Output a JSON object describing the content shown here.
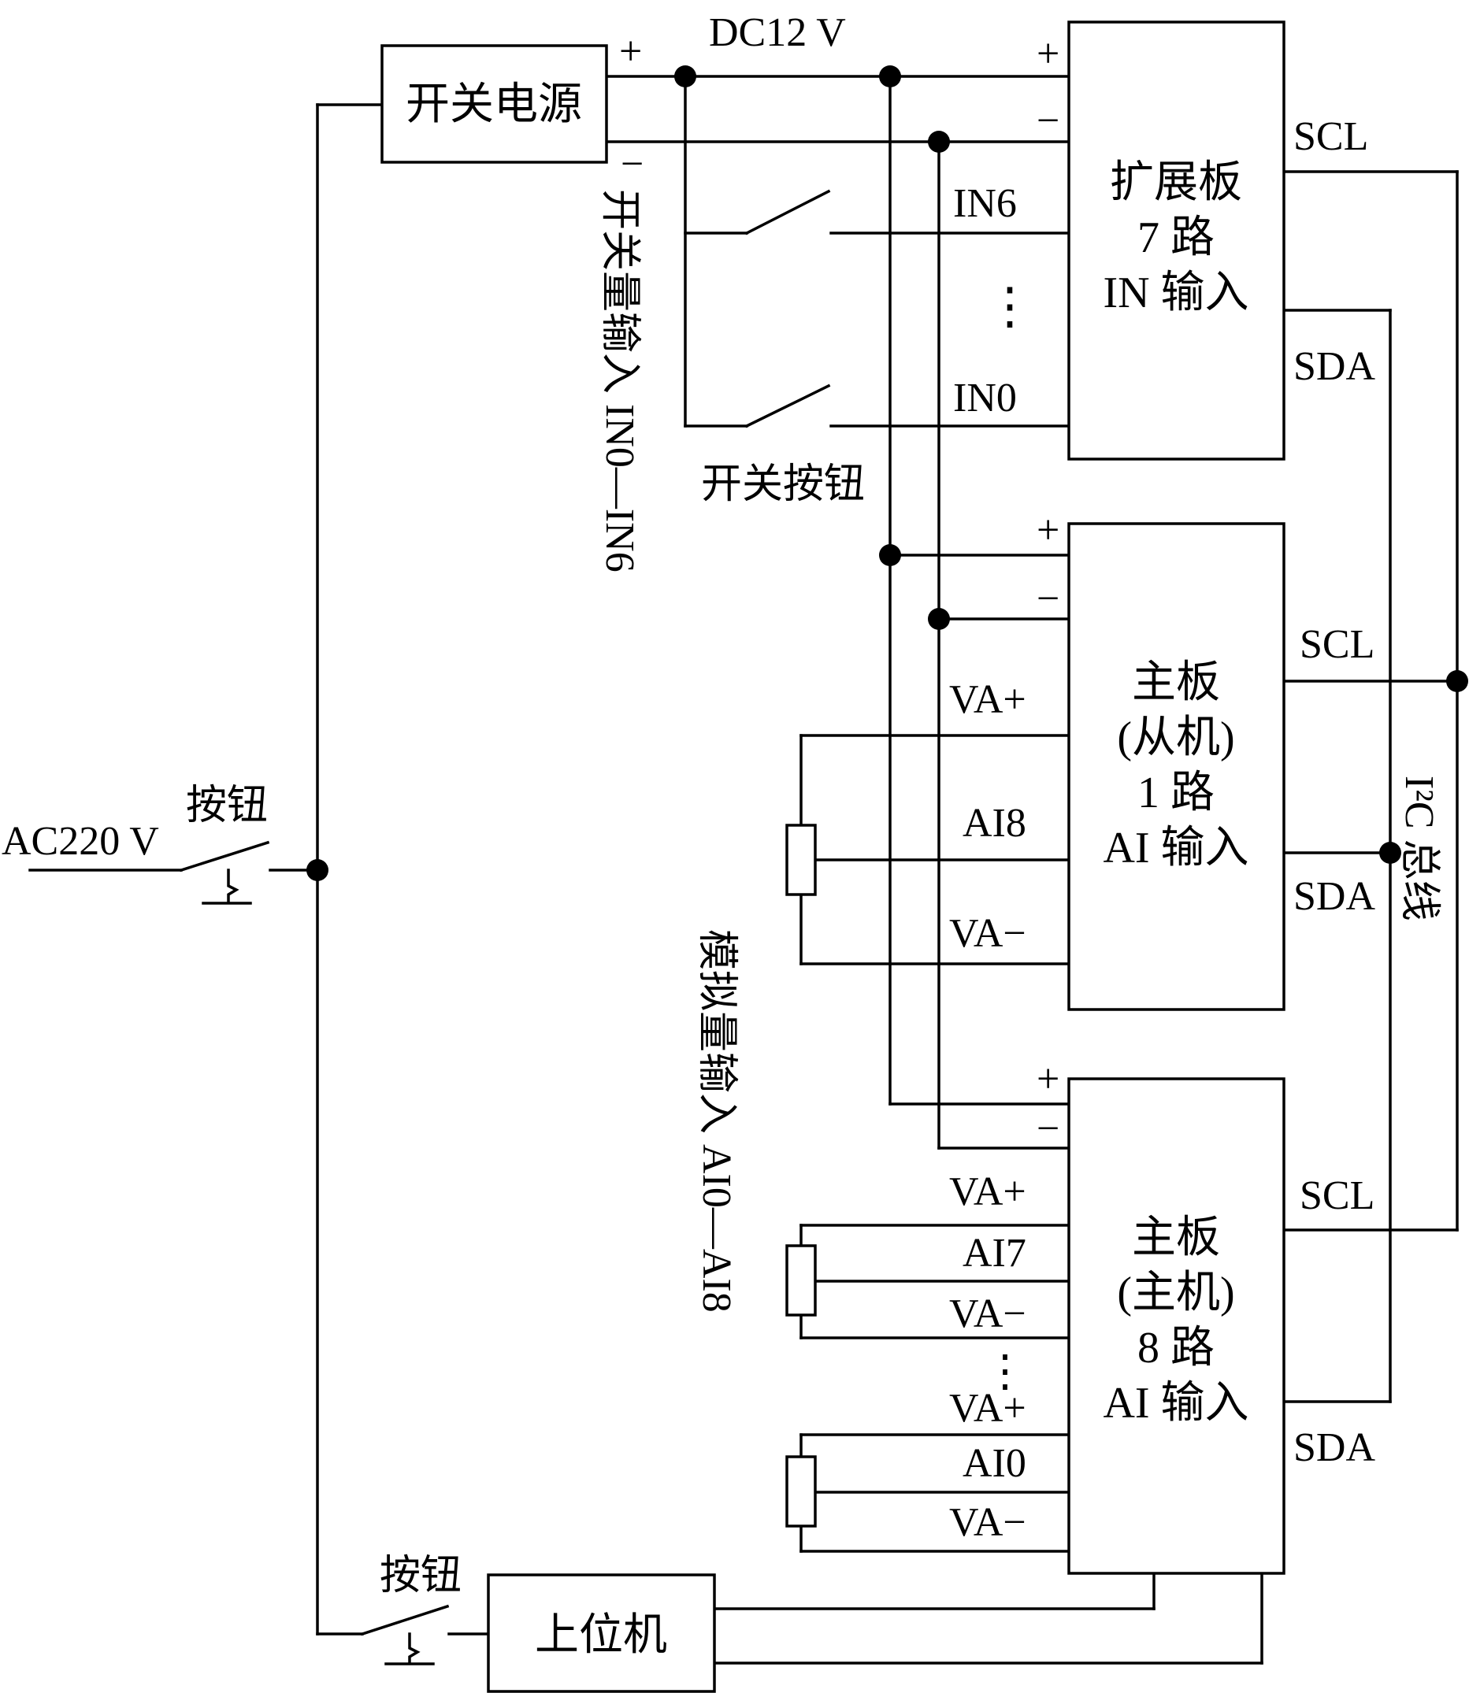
{
  "ac_input": "AC220 V",
  "main_button": "按钮",
  "pc_button": "按钮",
  "power_supply": "开关电源",
  "dc_label": "DC12 V",
  "plus": "+",
  "minus": "−",
  "switch_input_label": "开关量输入 IN0—IN6",
  "switch_buttons": "开关按钮",
  "in6": "IN6",
  "in0": "IN0",
  "vdots": "⋮",
  "expansion_board": [
    "扩展板",
    "7 路",
    "IN 输入"
  ],
  "slave_board": [
    "主板",
    "(从机)",
    "1 路",
    "AI 输入"
  ],
  "master_board": [
    "主板",
    "(主机)",
    "8 路",
    "AI 输入"
  ],
  "host_pc": "上位机",
  "scl": "SCL",
  "sda": "SDA",
  "i2c_bus_label": "I²C 总线",
  "analog_input_label": "模拟量输入 AI0—AI8",
  "va_plus": "VA+",
  "va_minus": "VA−",
  "ai8": "AI8",
  "ai7": "AI7",
  "ai0": "AI0"
}
